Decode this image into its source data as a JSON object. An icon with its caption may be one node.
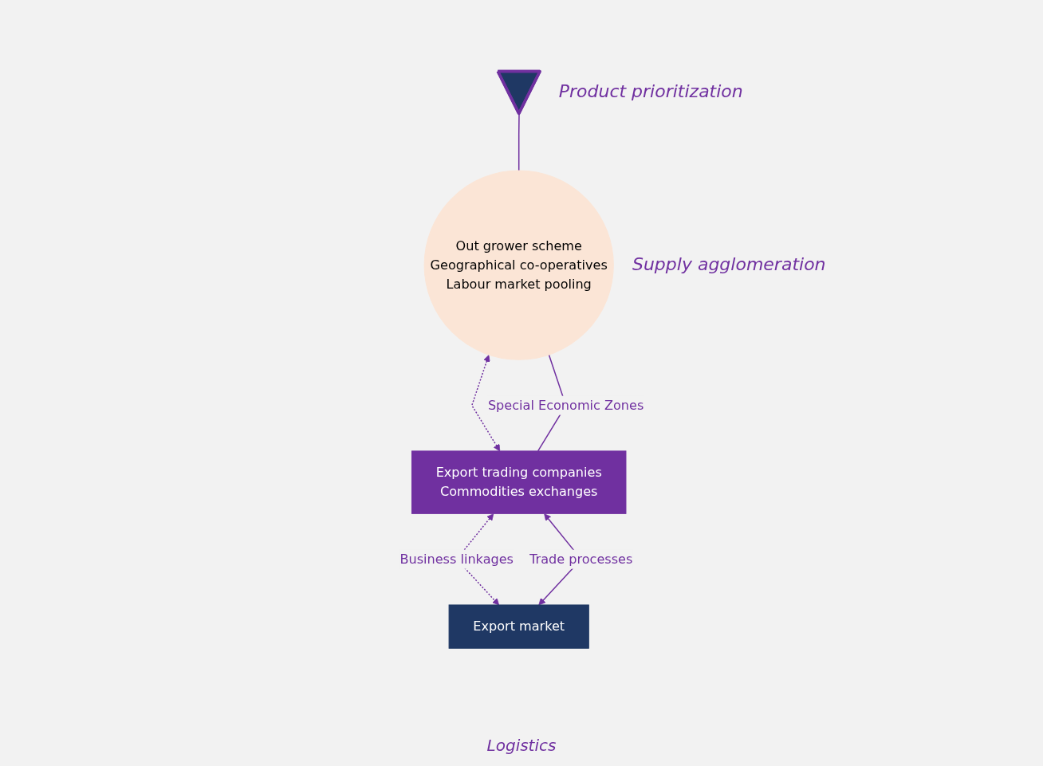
{
  "diagram": {
    "nodes": [
      {
        "text": [],
        "shape": "triangle",
        "beside": [
          "Product prioritization"
        ]
      },
      {
        "text": [
          "Out grower scheme",
          "Geographical co-operatives",
          "Labour market pooling"
        ],
        "beside": [
          "Supply agglomeration"
        ]
      },
      {
        "text": [
          "Export trading companies",
          "Commodities exchanges"
        ]
      },
      {
        "text": [
          "Export market"
        ]
      }
    ],
    "edges": [
      {
        "from": 0,
        "to": 1,
        "arrow": "none"
      },
      {
        "from": 1,
        "to": 2,
        "arrow": "both",
        "style": "dashed"
      },
      {
        "from": 2,
        "to": 1,
        "arrow": "none",
        "label": "Special Economic Zones"
      },
      {
        "from": 2,
        "to": 3,
        "arrow": "both",
        "style": "dashed",
        "label": "Business linkages"
      },
      {
        "from": 2,
        "to": 3,
        "arrow": "both",
        "label": "Trade processes"
      }
    ],
    "labels": [
      "Logistics"
    ]
  }
}
